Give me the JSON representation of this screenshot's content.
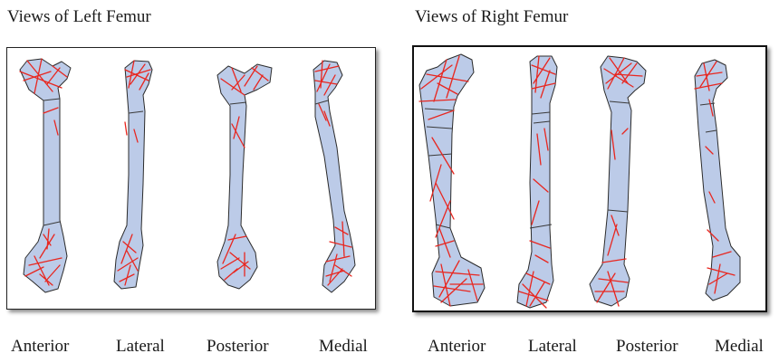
{
  "panels": {
    "left": {
      "title": "Views of Left Femur",
      "views": [
        "Anterior",
        "Lateral",
        "Posterior",
        "Medial"
      ]
    },
    "right": {
      "title": "Views of Right Femur",
      "views": [
        "Anterior",
        "Lateral",
        "Posterior",
        "Medial"
      ]
    }
  },
  "colors": {
    "bone_fill": "#bccbe8",
    "fracture_lines": "#e8261f",
    "outline": "#2b2b2b"
  }
}
